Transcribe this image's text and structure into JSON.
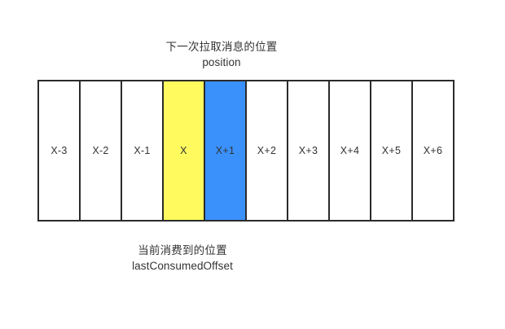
{
  "diagram": {
    "background_color": "#ffffff",
    "border_color": "#2b2b2b",
    "text_color": "#333333",
    "top_annotation": {
      "chinese": "下一次拉取消息的位置",
      "english": "position"
    },
    "bottom_annotation": {
      "chinese": "当前消费到的位置",
      "english": "lastConsumedOffset"
    },
    "highlight_colors": {
      "yellow": "#fffb5e",
      "blue": "#3a91fb",
      "white": "#ffffff"
    },
    "cells": [
      {
        "label": "X-3",
        "fill": "#ffffff"
      },
      {
        "label": "X-2",
        "fill": "#ffffff"
      },
      {
        "label": "X-1",
        "fill": "#ffffff"
      },
      {
        "label": "X",
        "fill": "#fffb5e"
      },
      {
        "label": "X+1",
        "fill": "#3a91fb"
      },
      {
        "label": "X+2",
        "fill": "#ffffff"
      },
      {
        "label": "X+3",
        "fill": "#ffffff"
      },
      {
        "label": "X+4",
        "fill": "#ffffff"
      },
      {
        "label": "X+5",
        "fill": "#ffffff"
      },
      {
        "label": "X+6",
        "fill": "#ffffff"
      }
    ]
  }
}
